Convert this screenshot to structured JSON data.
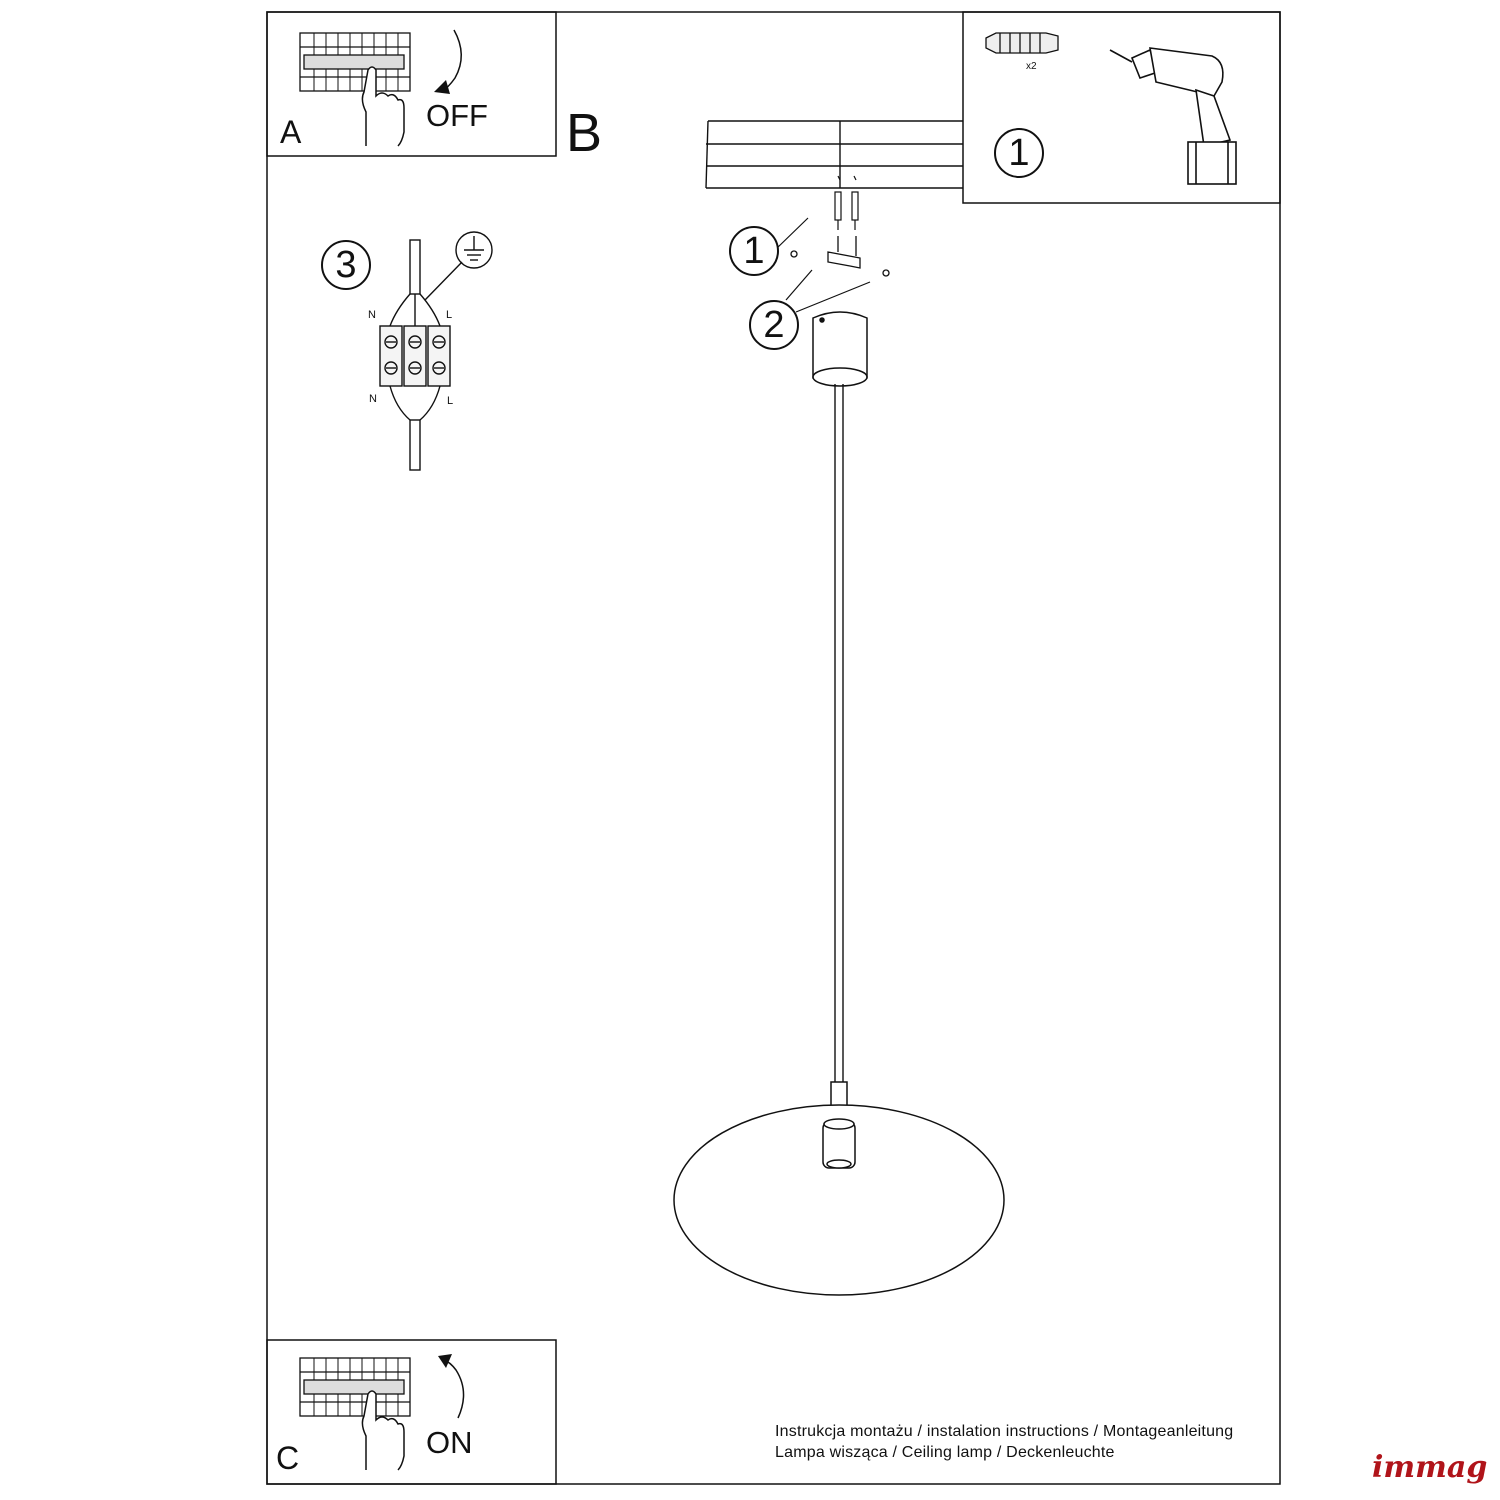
{
  "panels": {
    "a": {
      "letter": "A",
      "state": "OFF"
    },
    "b": {
      "letter": "B"
    },
    "c": {
      "letter": "C",
      "state": "ON"
    }
  },
  "steps": {
    "one": "1",
    "two": "2",
    "three": "3"
  },
  "tools": {
    "quantity": "x2"
  },
  "wiring": {
    "neutral": "N",
    "live": "L"
  },
  "footer": {
    "line1": "Instrukcja montażu / instalation instructions / Montageanleitung",
    "line2": "Lampa wisząca / Ceiling lamp / Deckenleuchte"
  },
  "brand": "immag",
  "colors": {
    "line": "#111111",
    "brand": "#b0141a"
  }
}
